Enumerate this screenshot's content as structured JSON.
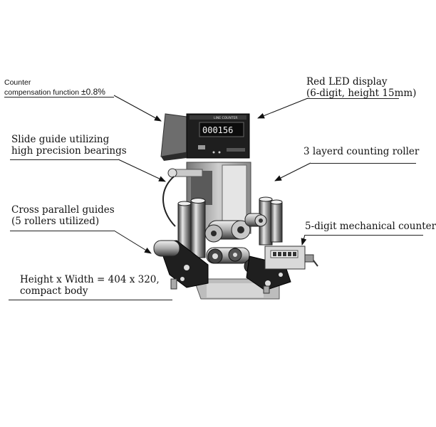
{
  "labels": {
    "counter_comp": {
      "line1": "Counter",
      "line2": "compensation function",
      "value": "±0.8%"
    },
    "led": {
      "line1": "Red LED display",
      "line2": "(6-digit, height 15mm)"
    },
    "slide": {
      "line1": "Slide guide utilizing",
      "line2": "high precision bearings"
    },
    "roller": {
      "line1": "3 layerd counting roller"
    },
    "cross": {
      "line1": "Cross parallel guides",
      "line2": "(5 rollers utilized)"
    },
    "mech": {
      "line1": "5-digit mechanical counter"
    },
    "size": {
      "line1": "Height x Width = 404 x 320,",
      "line2": "compact body"
    }
  },
  "display": {
    "reading": "000156"
  },
  "colors": {
    "ink": "#111111",
    "metal_dark": "#2a2a2a",
    "metal_mid": "#8a8a8a",
    "metal_light": "#d8d8d8"
  }
}
